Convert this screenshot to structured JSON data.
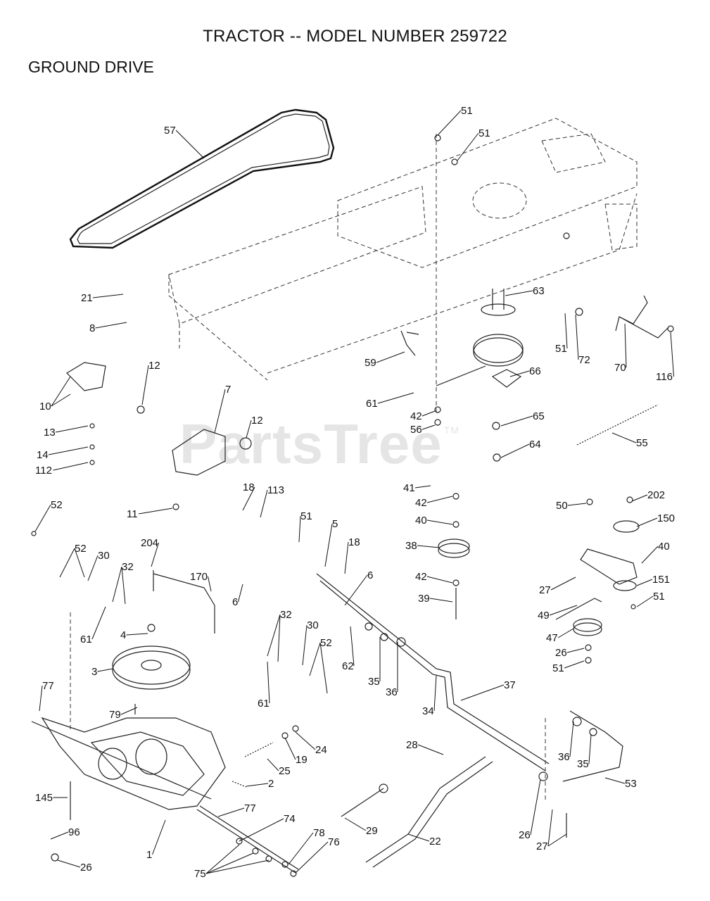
{
  "page": {
    "title": "TRACTOR -- MODEL NUMBER 259722",
    "subtitle": "GROUND DRIVE",
    "watermark": "PartsTree",
    "watermark_tm": "TM"
  },
  "callouts": [
    {
      "id": "c57",
      "label": "57"
    },
    {
      "id": "c51a",
      "label": "51"
    },
    {
      "id": "c51b",
      "label": "51"
    },
    {
      "id": "c21",
      "label": "21"
    },
    {
      "id": "c8",
      "label": "8"
    },
    {
      "id": "c63",
      "label": "63"
    },
    {
      "id": "c51c",
      "label": "51"
    },
    {
      "id": "c72",
      "label": "72"
    },
    {
      "id": "c70",
      "label": "70"
    },
    {
      "id": "c116",
      "label": "116"
    },
    {
      "id": "c59",
      "label": "59"
    },
    {
      "id": "c66",
      "label": "66"
    },
    {
      "id": "c12a",
      "label": "12"
    },
    {
      "id": "c10",
      "label": "10"
    },
    {
      "id": "c7",
      "label": "7"
    },
    {
      "id": "c61a",
      "label": "61"
    },
    {
      "id": "c42a",
      "label": "42"
    },
    {
      "id": "c56",
      "label": "56"
    },
    {
      "id": "c65",
      "label": "65"
    },
    {
      "id": "c13",
      "label": "13"
    },
    {
      "id": "c12b",
      "label": "12"
    },
    {
      "id": "c64",
      "label": "64"
    },
    {
      "id": "c55",
      "label": "55"
    },
    {
      "id": "c14",
      "label": "14"
    },
    {
      "id": "c112",
      "label": "112"
    },
    {
      "id": "c41",
      "label": "41"
    },
    {
      "id": "c18a",
      "label": "18"
    },
    {
      "id": "c113",
      "label": "113"
    },
    {
      "id": "c42b",
      "label": "42"
    },
    {
      "id": "c52a",
      "label": "52"
    },
    {
      "id": "c11",
      "label": "11"
    },
    {
      "id": "c51d",
      "label": "51"
    },
    {
      "id": "c50",
      "label": "50"
    },
    {
      "id": "c202",
      "label": "202"
    },
    {
      "id": "c150",
      "label": "150"
    },
    {
      "id": "c40a",
      "label": "40"
    },
    {
      "id": "c5",
      "label": "5"
    },
    {
      "id": "c40b",
      "label": "40"
    },
    {
      "id": "c38",
      "label": "38"
    },
    {
      "id": "c204",
      "label": "204"
    },
    {
      "id": "c18b",
      "label": "18"
    },
    {
      "id": "c52b",
      "label": "52"
    },
    {
      "id": "c30a",
      "label": "30"
    },
    {
      "id": "c32a",
      "label": "32"
    },
    {
      "id": "c170",
      "label": "170"
    },
    {
      "id": "c6a",
      "label": "6"
    },
    {
      "id": "c42c",
      "label": "42"
    },
    {
      "id": "c27a",
      "label": "27"
    },
    {
      "id": "c151",
      "label": "151"
    },
    {
      "id": "c6b",
      "label": "6"
    },
    {
      "id": "c39",
      "label": "39"
    },
    {
      "id": "c51e",
      "label": "51"
    },
    {
      "id": "c49",
      "label": "49"
    },
    {
      "id": "c61b",
      "label": "61"
    },
    {
      "id": "c32b",
      "label": "32"
    },
    {
      "id": "c4",
      "label": "4"
    },
    {
      "id": "c30b",
      "label": "30"
    },
    {
      "id": "c47",
      "label": "47"
    },
    {
      "id": "c52c",
      "label": "52"
    },
    {
      "id": "c26a",
      "label": "26"
    },
    {
      "id": "c62",
      "label": "62"
    },
    {
      "id": "c3",
      "label": "3"
    },
    {
      "id": "c51f",
      "label": "51"
    },
    {
      "id": "c35a",
      "label": "35"
    },
    {
      "id": "c36a",
      "label": "36"
    },
    {
      "id": "c61c",
      "label": "61"
    },
    {
      "id": "c37",
      "label": "37"
    },
    {
      "id": "c77a",
      "label": "77"
    },
    {
      "id": "c34",
      "label": "34"
    },
    {
      "id": "c79",
      "label": "79"
    },
    {
      "id": "c24",
      "label": "24"
    },
    {
      "id": "c28",
      "label": "28"
    },
    {
      "id": "c19",
      "label": "19"
    },
    {
      "id": "c25",
      "label": "25"
    },
    {
      "id": "c36b",
      "label": "36"
    },
    {
      "id": "c35b",
      "label": "35"
    },
    {
      "id": "c2",
      "label": "2"
    },
    {
      "id": "c53",
      "label": "53"
    },
    {
      "id": "c145",
      "label": "145"
    },
    {
      "id": "c77b",
      "label": "77"
    },
    {
      "id": "c29",
      "label": "29"
    },
    {
      "id": "c74",
      "label": "74"
    },
    {
      "id": "c26b",
      "label": "26"
    },
    {
      "id": "c96",
      "label": "96"
    },
    {
      "id": "c78",
      "label": "78"
    },
    {
      "id": "c76",
      "label": "76"
    },
    {
      "id": "c22",
      "label": "22"
    },
    {
      "id": "c27b",
      "label": "27"
    },
    {
      "id": "c1",
      "label": "1"
    },
    {
      "id": "c26c",
      "label": "26"
    },
    {
      "id": "c75",
      "label": "75"
    }
  ]
}
